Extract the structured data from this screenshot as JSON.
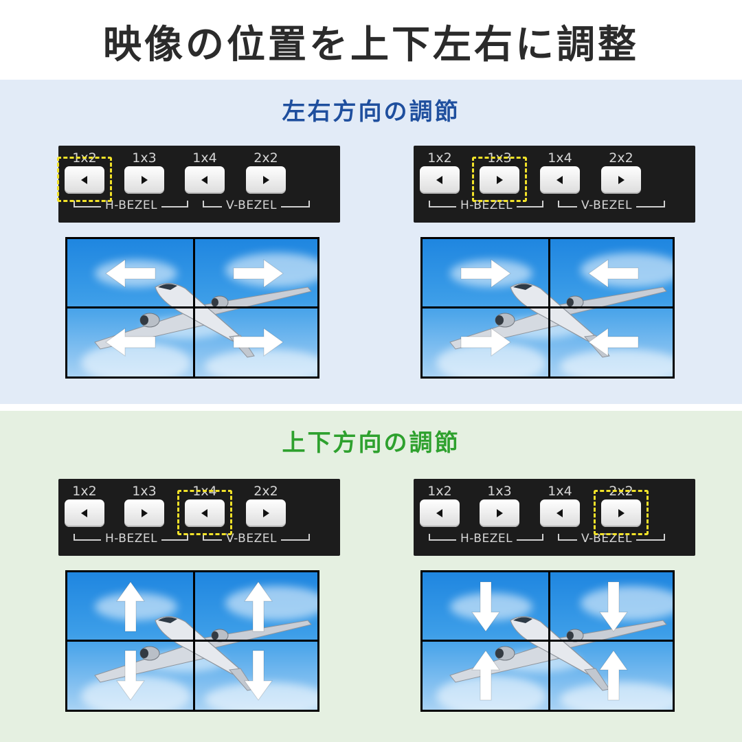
{
  "title": "映像の位置を上下左右に調整",
  "sections": {
    "horizontal": {
      "title": "左右方向の調節"
    },
    "vertical": {
      "title": "上下方向の調節"
    }
  },
  "panel": {
    "buttons": [
      "1x2",
      "1x3",
      "1x4",
      "2x2"
    ],
    "bezels": [
      "H-BEZEL",
      "V-BEZEL"
    ]
  },
  "colors": {
    "highlight": "#f2e229",
    "horizontal_title": "#1f4f9e",
    "vertical_title": "#2ea12e",
    "panel_bg": "#1c1c1c"
  },
  "demos": [
    {
      "section": "horizontal",
      "highlight_index": 0,
      "arrows": [
        "left",
        "right",
        "left",
        "right"
      ]
    },
    {
      "section": "horizontal",
      "highlight_index": 1,
      "arrows": [
        "right",
        "left",
        "right",
        "left"
      ]
    },
    {
      "section": "vertical",
      "highlight_index": 2,
      "arrows": [
        "up",
        "up",
        "down",
        "down"
      ]
    },
    {
      "section": "vertical",
      "highlight_index": 3,
      "arrows": [
        "down",
        "down",
        "up",
        "up"
      ]
    }
  ]
}
